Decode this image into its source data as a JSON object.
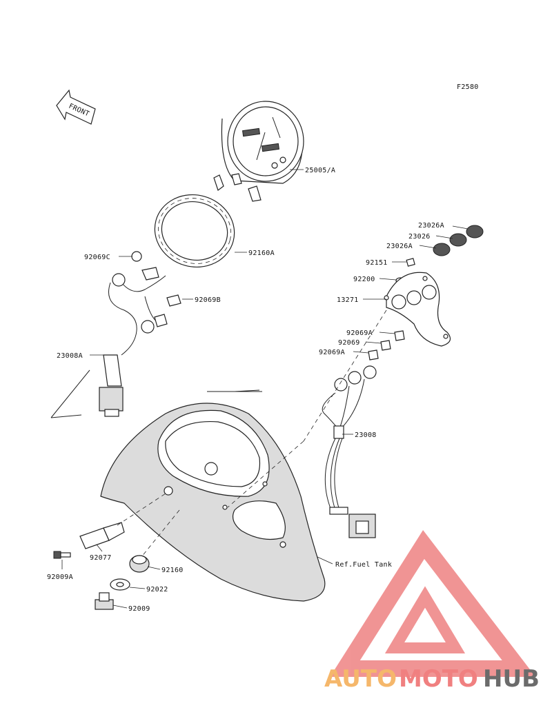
{
  "figure_code": "F2580",
  "direction_label": "FRONT",
  "parts": [
    {
      "id": "speedometer",
      "label": "25005/A"
    },
    {
      "id": "ring",
      "label": "92160A"
    },
    {
      "id": "bulb-left",
      "label": "92069C"
    },
    {
      "id": "bulb-mid",
      "label": "92069B"
    },
    {
      "id": "harness-left",
      "label": "23008A"
    },
    {
      "id": "lens-a-top",
      "label": "23026A"
    },
    {
      "id": "lens",
      "label": "23026"
    },
    {
      "id": "lens-a-bottom",
      "label": "23026A"
    },
    {
      "id": "screw-small",
      "label": "92151"
    },
    {
      "id": "washer-small",
      "label": "92200"
    },
    {
      "id": "bracket",
      "label": "13271"
    },
    {
      "id": "bulb-a-1",
      "label": "92069A"
    },
    {
      "id": "bulb-2",
      "label": "92069"
    },
    {
      "id": "bulb-a-2",
      "label": "92069A"
    },
    {
      "id": "harness-right",
      "label": "23008"
    },
    {
      "id": "fuel-tank-ref",
      "label": "Ref.Fuel Tank"
    },
    {
      "id": "knob",
      "label": "92077"
    },
    {
      "id": "screw-knob",
      "label": "92009A"
    },
    {
      "id": "grommet",
      "label": "92160"
    },
    {
      "id": "washer",
      "label": "92022"
    },
    {
      "id": "bolt",
      "label": "92009"
    }
  ],
  "watermark": {
    "text_1": "AUTO",
    "text_2": "MOTO",
    "text_3": "HUB",
    "color_1": "#f5b76b",
    "color_2": "#f08080",
    "color_3": "#6b6b6b",
    "logo_color": "#ee8282"
  }
}
